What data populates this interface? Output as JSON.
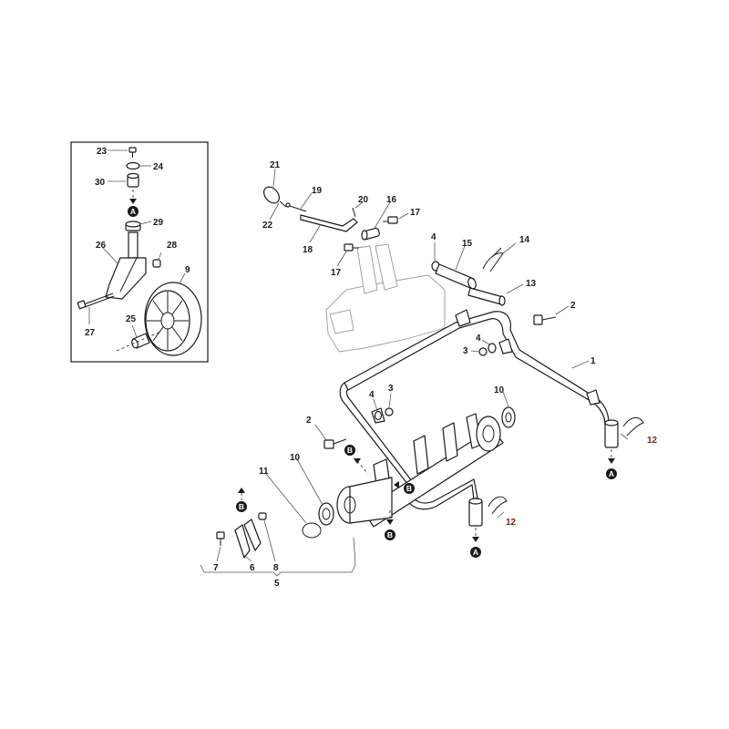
{
  "colors": {
    "line": "#1a1a1a",
    "ghost": "#9a9a9a",
    "highlight_label": "#7a2a14",
    "background": "#ffffff"
  },
  "labels": {
    "p1": "1",
    "p2a": "2",
    "p2b": "2",
    "p3a": "3",
    "p3b": "3",
    "p4a": "4",
    "p4b": "4",
    "p4c": "4",
    "p5": "5",
    "p6": "6",
    "p7": "7",
    "p8": "8",
    "p9": "9",
    "p10a": "10",
    "p10b": "10",
    "p11": "11",
    "p12a": "12",
    "p12b": "12",
    "p13": "13",
    "p14": "14",
    "p15": "15",
    "p16": "16",
    "p17a": "17",
    "p17b": "17",
    "p18": "18",
    "p19": "19",
    "p20": "20",
    "p21": "21",
    "p22": "22",
    "p23": "23",
    "p24": "24",
    "p25": "25",
    "p26": "26",
    "p27": "27",
    "p28": "28",
    "p29": "29",
    "p30": "30"
  },
  "refs": {
    "A": "A",
    "B": "B"
  }
}
